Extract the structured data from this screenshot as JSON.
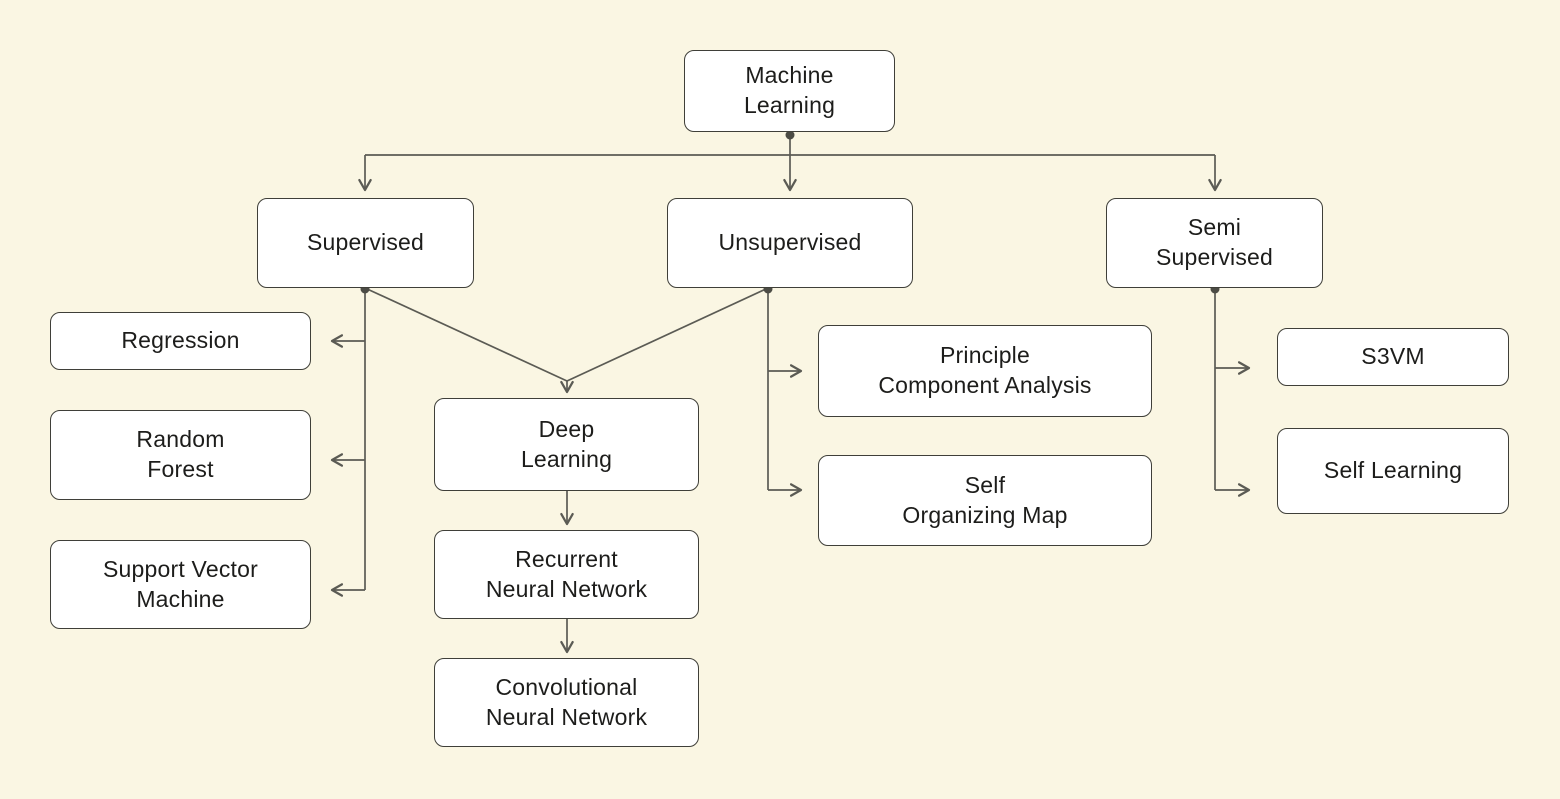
{
  "diagram_title": "Machine Learning taxonomy flowchart",
  "colors": {
    "background": "#faf6e3",
    "box_fill": "#ffffff",
    "box_border": "#3f3f39",
    "connector": "#5b5b54",
    "junction_dot": "#4c4c45",
    "text": "#1d1d1b"
  },
  "nodes": {
    "machine_learning": "Machine\nLearning",
    "supervised": "Supervised",
    "unsupervised": "Unsupervised",
    "semi_supervised": "Semi\nSupervised",
    "regression": "Regression",
    "random_forest": "Random\nForest",
    "support_vector_machine": "Support Vector\nMachine",
    "deep_learning": "Deep\nLearning",
    "recurrent_neural_network": "Recurrent\nNeural Network",
    "convolutional_neural_network": "Convolutional\nNeural Network",
    "principle_component_analysis": "Principle\nComponent Analysis",
    "self_organizing_map": "Self\nOrganizing Map",
    "s3vm": "S3VM",
    "self_learning": "Self Learning"
  }
}
